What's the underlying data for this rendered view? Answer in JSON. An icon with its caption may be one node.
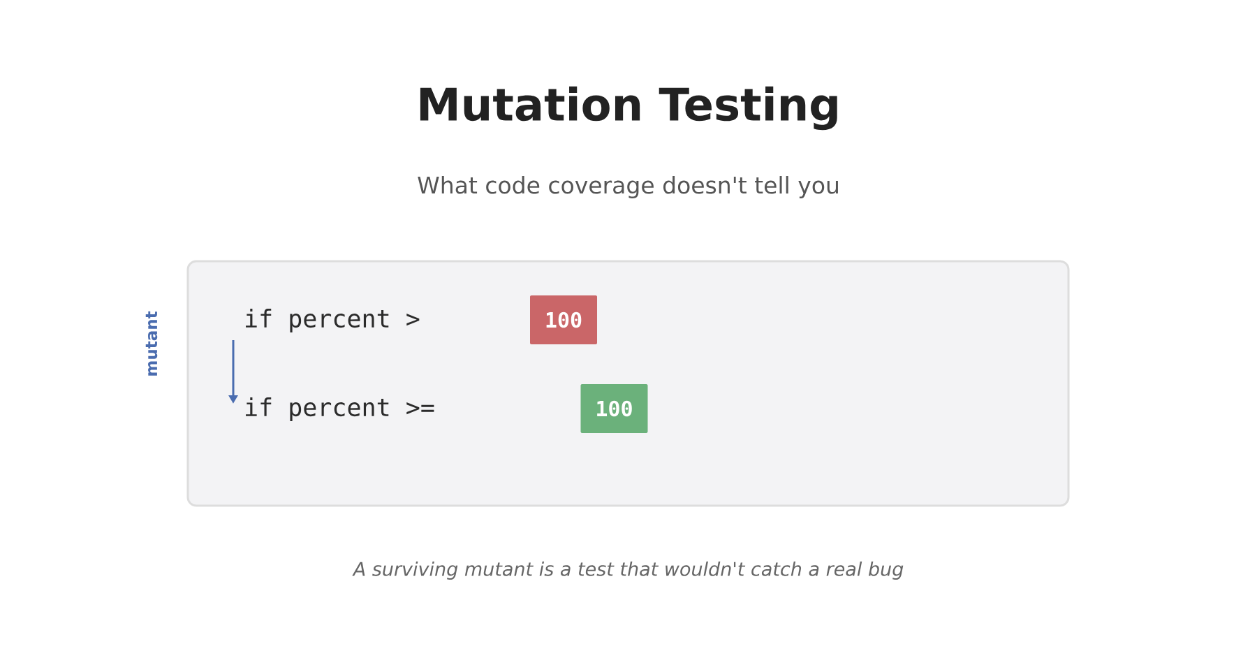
{
  "diagram": {
    "title": "Mutation Testing",
    "caption": "A surviving mutant is a test that wouldn't catch a real bug",
    "nodes": [
      {
        "text": [],
        "shape": "box"
      },
      {
        "text": [
          "if percent >"
        ],
        "in": 0
      },
      {
        "text": [
          "100"
        ],
        "in": 0
      },
      {
        "text": [
          "if percent >="
        ],
        "in": 0
      },
      {
        "text": [
          "100"
        ],
        "in": 0
      }
    ],
    "edges": [
      {
        "from": 1,
        "to": 3,
        "arrow": "to",
        "label": "mutant"
      }
    ],
    "labels": [
      "What code coverage doesn't tell you"
    ]
  }
}
